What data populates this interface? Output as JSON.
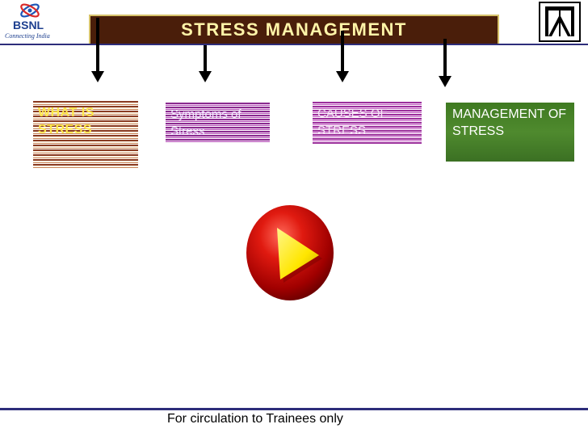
{
  "header": {
    "logo_name": "BSNL",
    "logo_tagline": "Connecting India",
    "title": "STRESS MANAGEMENT"
  },
  "topics": [
    {
      "label": "WHAT IS STRESS"
    },
    {
      "label": "Symptoms of Stress"
    },
    {
      "label": "CAUSES OF STRESS"
    },
    {
      "label": " MANAGEMENT OF STRESS"
    }
  ],
  "footer": {
    "text": "For circulation to Trainees only"
  },
  "colors": {
    "banner_bg": "#4a1e0a",
    "banner_text": "#fff4a8",
    "rule": "#2d2d7a",
    "management_bg": "#4f8a2e",
    "play_ball": "#c40000",
    "play_triangle": "#ffe600"
  },
  "icons": {
    "left_logo": "bsnl-logo",
    "right_logo": "organisation-emblem",
    "play": "play-button-icon"
  }
}
